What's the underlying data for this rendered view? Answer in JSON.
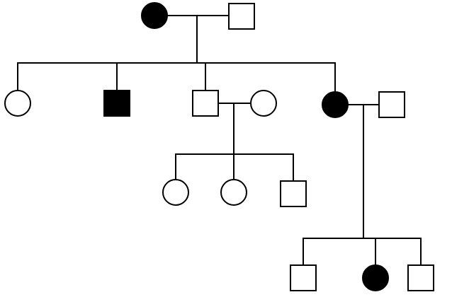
{
  "diagram": {
    "type": "pedigree",
    "colors": {
      "affected": "#000000",
      "unaffected": "#ffffff",
      "line": "#000000"
    },
    "individuals": [
      {
        "id": "I-1",
        "sex": "female",
        "affected": true
      },
      {
        "id": "I-2",
        "sex": "male",
        "affected": false
      },
      {
        "id": "II-1",
        "sex": "female",
        "affected": false
      },
      {
        "id": "II-2",
        "sex": "male",
        "affected": true
      },
      {
        "id": "II-3",
        "sex": "male",
        "affected": false
      },
      {
        "id": "II-4",
        "sex": "female",
        "affected": false
      },
      {
        "id": "II-5",
        "sex": "female",
        "affected": true
      },
      {
        "id": "II-6",
        "sex": "male",
        "affected": false
      },
      {
        "id": "III-1",
        "sex": "female",
        "affected": false
      },
      {
        "id": "III-2",
        "sex": "female",
        "affected": false
      },
      {
        "id": "III-3",
        "sex": "male",
        "affected": false
      },
      {
        "id": "IV-1",
        "sex": "male",
        "affected": false
      },
      {
        "id": "IV-2",
        "sex": "female",
        "affected": true
      },
      {
        "id": "IV-3",
        "sex": "male",
        "affected": false
      }
    ]
  }
}
